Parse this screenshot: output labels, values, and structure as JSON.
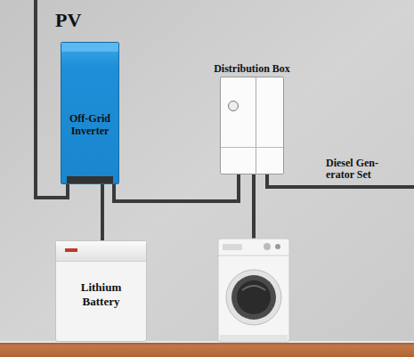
{
  "diagram": {
    "nodes": [
      {
        "text": [
          "Off-Grid Inverter"
        ]
      },
      {
        "text": [
          "Distribution Box"
        ]
      },
      {
        "text": [
          "Lithium Battery"
        ]
      }
    ],
    "edges": [
      {
        "from": 0,
        "to": 2,
        "arrow": "none"
      },
      {
        "from": 0,
        "to": 1,
        "arrow": "none"
      }
    ],
    "labels": [
      "PV",
      "Diesel Gen- erator Set"
    ]
  }
}
